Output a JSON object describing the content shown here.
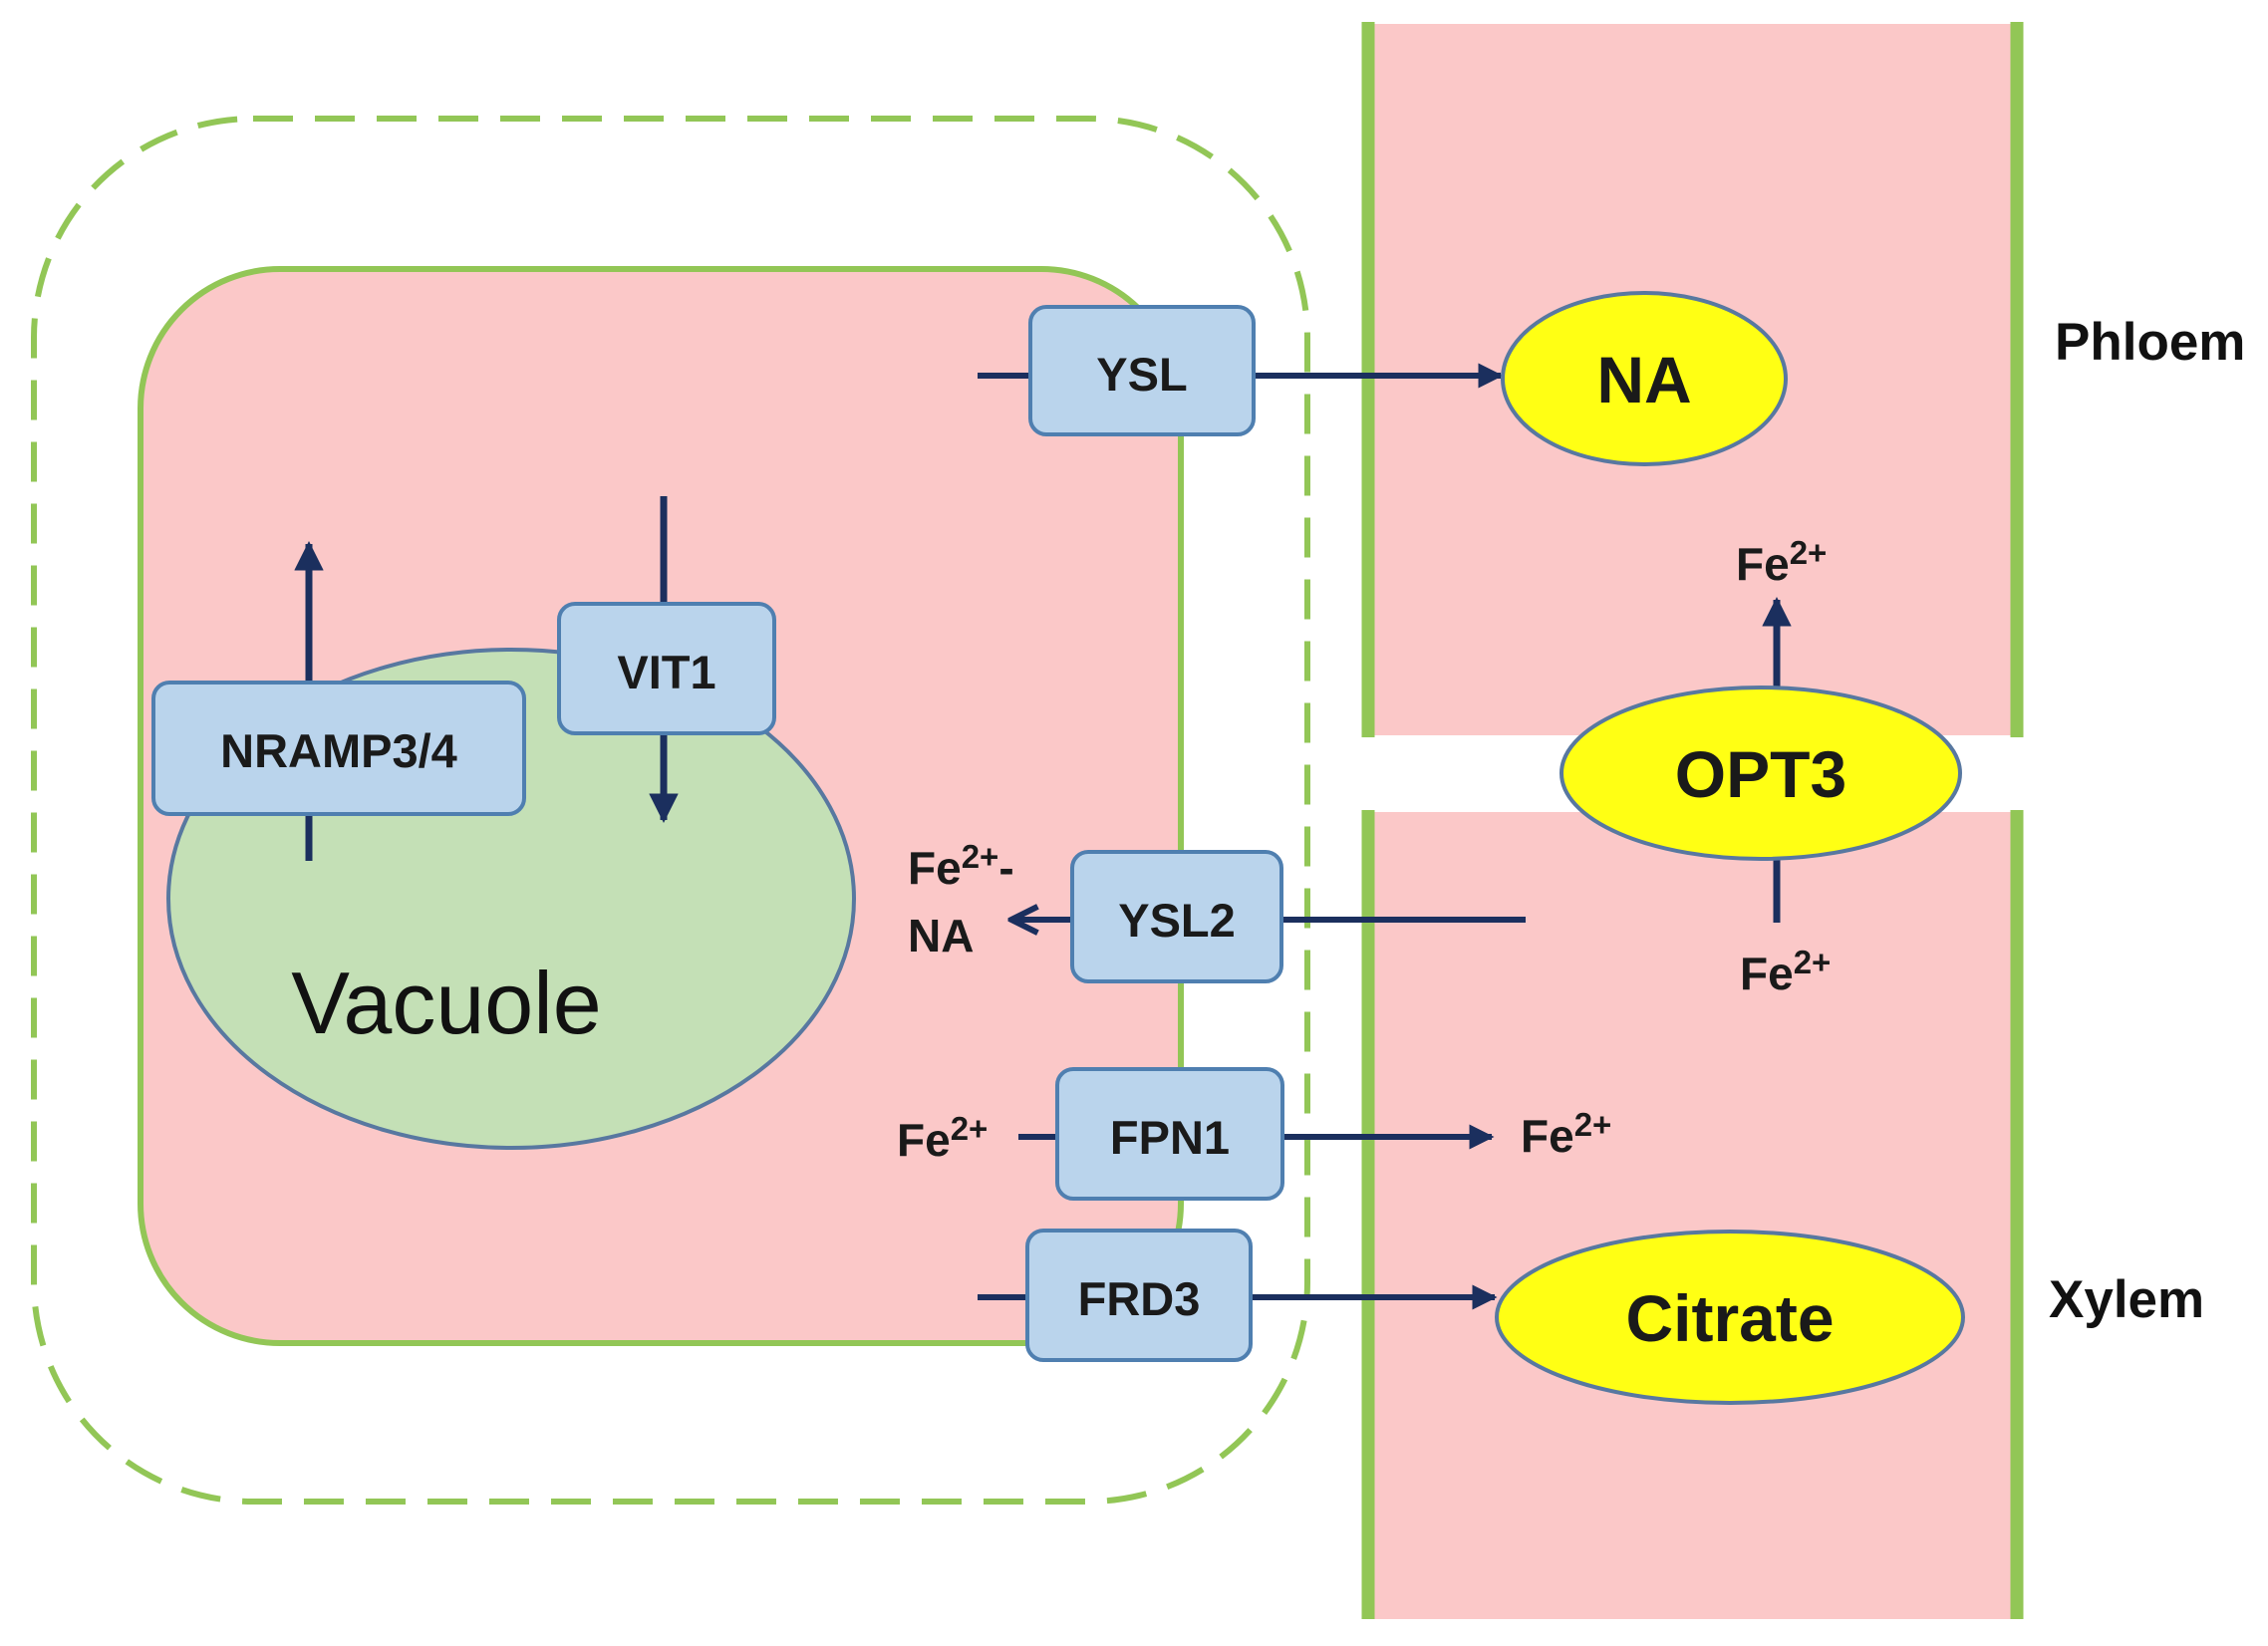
{
  "colors": {
    "cell_fill": "#fbc8c8",
    "membrane": "#92c656",
    "vacuole_fill": "#c4e0b6",
    "vacuole_stroke": "#5878a0",
    "transporter_fill": "#bad4ec",
    "transporter_stroke": "#4f7fb0",
    "ligand_fill": "#ffff14",
    "ligand_stroke": "#5878a0",
    "arrow": "#1b2f5e"
  },
  "labels": {
    "phloem": "Phloem",
    "xylem": "Xylem",
    "vacuole": "Vacuole"
  },
  "transporters": {
    "ysl": "YSL",
    "vit1": "VIT1",
    "nramp": "NRAMP3/4",
    "ysl2": "YSL2",
    "fpn1": "FPN1",
    "frd3": "FRD3"
  },
  "ligands": {
    "na": "NA",
    "opt3": "OPT3",
    "citrate": "Citrate"
  },
  "ions": {
    "fe": "Fe",
    "charge": "2+",
    "dash": "-",
    "na_complex": "NA"
  }
}
